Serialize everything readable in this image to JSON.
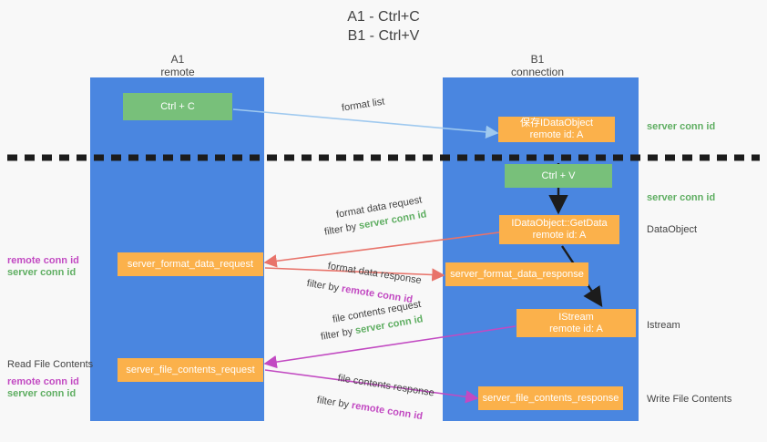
{
  "title": {
    "line1": "A1 - Ctrl+C",
    "line2": "B1 - Ctrl+V"
  },
  "columns": [
    {
      "name": "A1",
      "sub": "remote"
    },
    {
      "name": "B1",
      "sub": "connection"
    }
  ],
  "nodes": {
    "ctrl_c": "Ctrl + C",
    "ctrl_v": "Ctrl + V",
    "save_idataobject_l1": "保存IDataObject",
    "save_idataobject_l2": "remote id: A",
    "getdata_l1": "IDataObject::GetData",
    "getdata_l2": "remote id: A",
    "istream_l1": "IStream",
    "istream_l2": "remote id: A",
    "server_format_data_request": "server_format_data_request",
    "server_format_data_response": "server_format_data_response",
    "server_file_contents_request": "server_file_contents_request",
    "server_file_contents_response": "server_file_contents_response"
  },
  "edge_labels": {
    "format_list": "format list",
    "format_data_request": "format data request",
    "format_data_request_filter_prefix": "filter by ",
    "format_data_request_filter_value": "server conn id",
    "format_data_response": "format data response",
    "format_data_response_filter_prefix": "filter by ",
    "format_data_response_filter_value": "remote conn id",
    "file_contents_request": "file contents request",
    "file_contents_request_filter_prefix": "filter by ",
    "file_contents_request_filter_value": "server conn id",
    "file_contents_response": "file contents response",
    "file_contents_response_filter_prefix": "filter by ",
    "file_contents_response_filter_value": "remote conn id"
  },
  "side_labels": {
    "right_server_conn_id_top": "server conn id",
    "right_server_conn_id_mid": "server conn id",
    "right_dataobject": "DataObject",
    "right_istream": "Istream",
    "right_write_file_contents": "Write File Contents",
    "left_remote_conn_id_mid": "remote conn id",
    "left_server_conn_id_mid": "server conn id",
    "left_read_file_contents": "Read File Contents",
    "left_remote_conn_id_bottom": "remote conn id",
    "left_server_conn_id_bottom": "server conn id"
  },
  "colors": {
    "lane": "#4a86e0",
    "green_node": "#78c07a",
    "orange_node": "#fbb14b",
    "green_text": "#5fae62",
    "magenta_text": "#c24ac2",
    "red_arrow": "#e8736a",
    "magenta_arrow": "#c24ac2",
    "blue_arrow": "#9fc9ef",
    "black_arrow": "#1c1c1c",
    "background": "#f8f8f8"
  }
}
